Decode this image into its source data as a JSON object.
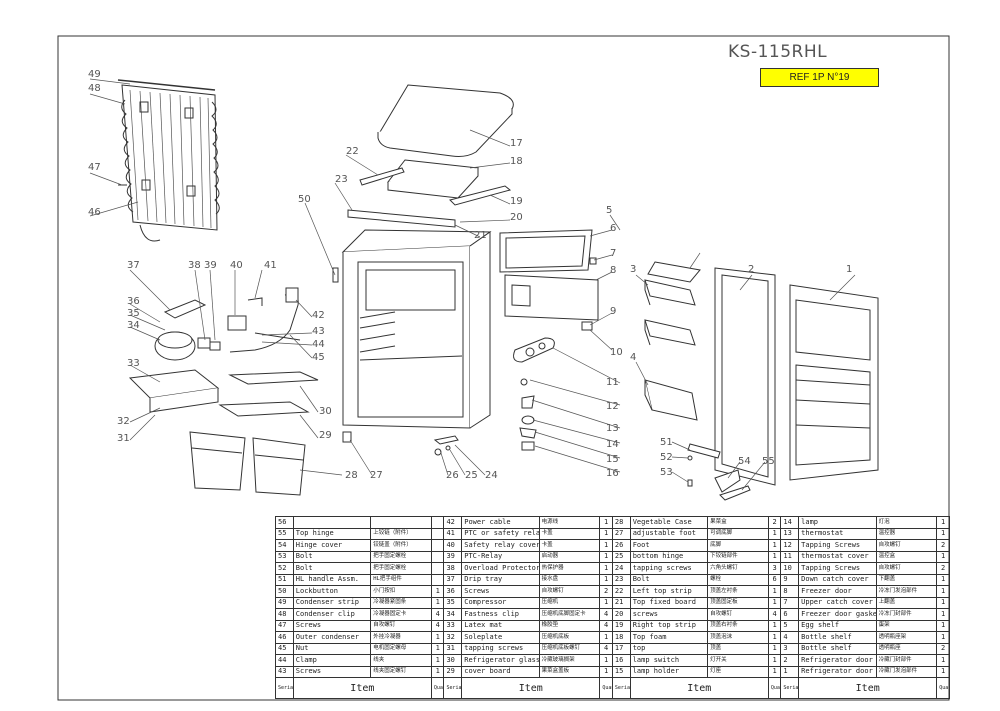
{
  "header": {
    "model": "KS-115RHL",
    "ref": "REF 1P N°19"
  },
  "callouts": [
    "1",
    "2",
    "3",
    "4",
    "5",
    "6",
    "7",
    "8",
    "9",
    "10",
    "11",
    "12",
    "13",
    "14",
    "15",
    "16",
    "17",
    "18",
    "19",
    "20",
    "21",
    "22",
    "23",
    "24",
    "25",
    "26",
    "27",
    "28",
    "29",
    "30",
    "31",
    "32",
    "33",
    "34",
    "35",
    "36",
    "37",
    "38",
    "39",
    "40",
    "41",
    "42",
    "43",
    "44",
    "45",
    "46",
    "47",
    "48",
    "49",
    "50",
    "51",
    "52",
    "53",
    "54",
    "55"
  ],
  "table": {
    "header": {
      "serial": "Serial Number",
      "item": "Item",
      "qty": "Quantity"
    },
    "columns": [
      [
        {
          "no": "56",
          "en": "",
          "cn": "",
          "q": ""
        },
        {
          "no": "55",
          "en": "Top hinge",
          "cn": "上铰链（附件）",
          "q": ""
        },
        {
          "no": "54",
          "en": "Hinge cover",
          "cn": "铰链盖（附件）",
          "q": ""
        },
        {
          "no": "53",
          "en": "Bolt",
          "cn": "把手固定螺栓",
          "q": ""
        },
        {
          "no": "52",
          "en": "Bolt",
          "cn": "把手固定螺栓",
          "q": ""
        },
        {
          "no": "51",
          "en": "HL handle Assm.",
          "cn": "HL把手组件",
          "q": ""
        },
        {
          "no": "50",
          "en": "Lockbutton",
          "cn": "小门按扣",
          "q": "1"
        },
        {
          "no": "49",
          "en": "Condenser strip",
          "cn": "冷凝器紧固条",
          "q": "1"
        },
        {
          "no": "48",
          "en": "Condenser clip",
          "cn": "冷凝器固定卡",
          "q": "4"
        },
        {
          "no": "47",
          "en": "Screws",
          "cn": "自攻螺钉",
          "q": "4"
        },
        {
          "no": "46",
          "en": "Outer condenser",
          "cn": "外挂冷凝器",
          "q": "1"
        },
        {
          "no": "45",
          "en": "Nut",
          "cn": "电机固定螺母",
          "q": "1"
        },
        {
          "no": "44",
          "en": "Clamp",
          "cn": "线夹",
          "q": "1"
        },
        {
          "no": "43",
          "en": "Screws",
          "cn": "线夹固定螺钉",
          "q": "1"
        }
      ],
      [
        {
          "no": "42",
          "en": "Power cable",
          "cn": "电源线",
          "q": "1"
        },
        {
          "no": "41",
          "en": "PTC or safety relay cover",
          "cn": "卡盖",
          "q": "1"
        },
        {
          "no": "40",
          "en": "Safety relay cover",
          "cn": "卡盖",
          "q": "1"
        },
        {
          "no": "39",
          "en": "PTC-Relay",
          "cn": "启动器",
          "q": "1"
        },
        {
          "no": "38",
          "en": "Overload Protector",
          "cn": "热保护器",
          "q": "1"
        },
        {
          "no": "37",
          "en": "Drip tray",
          "cn": "接水盘",
          "q": "1"
        },
        {
          "no": "36",
          "en": "Screws",
          "cn": "自攻螺钉",
          "q": "2"
        },
        {
          "no": "35",
          "en": "Compressor",
          "cn": "压缩机",
          "q": "1"
        },
        {
          "no": "34",
          "en": "Fastness clip",
          "cn": "压缩机底脚固定卡",
          "q": "4"
        },
        {
          "no": "33",
          "en": "Latex mat",
          "cn": "橡胶垫",
          "q": "4"
        },
        {
          "no": "32",
          "en": "Soleplate",
          "cn": "压缩机底板",
          "q": "1"
        },
        {
          "no": "31",
          "en": "tapping screws",
          "cn": "压缩机底板螺钉",
          "q": "4"
        },
        {
          "no": "30",
          "en": "Refrigerator glass shelf",
          "cn": "冷藏玻璃搁架",
          "q": "1"
        },
        {
          "no": "29",
          "en": "cover board",
          "cn": "果菜盒盖板",
          "q": "1"
        }
      ],
      [
        {
          "no": "28",
          "en": "Vegetable Case",
          "cn": "果菜盒",
          "q": "2"
        },
        {
          "no": "27",
          "en": "adjustable foot",
          "cn": "可调底脚",
          "q": "1"
        },
        {
          "no": "26",
          "en": "Foot",
          "cn": "底脚",
          "q": "1"
        },
        {
          "no": "25",
          "en": "bottom hinge",
          "cn": "下铰链部件",
          "q": "1"
        },
        {
          "no": "24",
          "en": "tapping screws",
          "cn": "六角头螺钉",
          "q": "3"
        },
        {
          "no": "23",
          "en": "Bolt",
          "cn": "螺栓",
          "q": "6"
        },
        {
          "no": "22",
          "en": "Left top strip",
          "cn": "顶盖左衬条",
          "q": "1"
        },
        {
          "no": "21",
          "en": "Top fixed board",
          "cn": "顶盖固定板",
          "q": "1"
        },
        {
          "no": "20",
          "en": "screws",
          "cn": "自攻螺钉",
          "q": "4"
        },
        {
          "no": "19",
          "en": "Right top strip",
          "cn": "顶盖右衬条",
          "q": "1"
        },
        {
          "no": "18",
          "en": "Top foam",
          "cn": "顶盖泡沫",
          "q": "1"
        },
        {
          "no": "17",
          "en": "top",
          "cn": "顶盖",
          "q": "1"
        },
        {
          "no": "16",
          "en": "lamp switch",
          "cn": "灯开关",
          "q": "1"
        },
        {
          "no": "15",
          "en": "lamp holder",
          "cn": "灯座",
          "q": "1"
        }
      ],
      [
        {
          "no": "14",
          "en": "lamp",
          "cn": "灯泡",
          "q": "1"
        },
        {
          "no": "13",
          "en": "thermostat",
          "cn": "温控器",
          "q": "1"
        },
        {
          "no": "12",
          "en": "Tapping Screws",
          "cn": "自攻螺钉",
          "q": "2"
        },
        {
          "no": "11",
          "en": "thermostat cover",
          "cn": "温控盒",
          "q": "1"
        },
        {
          "no": "10",
          "en": "Tapping Screws",
          "cn": "自攻螺钉",
          "q": "2"
        },
        {
          "no": "9",
          "en": "Down catch cover",
          "cn": "下翻盖",
          "q": "1"
        },
        {
          "no": "8",
          "en": "Freezer door",
          "cn": "冷冻门发泡部件",
          "q": "1"
        },
        {
          "no": "7",
          "en": "Upper catch cover",
          "cn": "上翻盖",
          "q": "1"
        },
        {
          "no": "6",
          "en": "Freezer door gasket",
          "cn": "冷冻门封部件",
          "q": "1"
        },
        {
          "no": "5",
          "en": "Egg shelf",
          "cn": "蛋架",
          "q": "1"
        },
        {
          "no": "4",
          "en": "Bottle shelf",
          "cn": "透明瓶座架",
          "q": "1"
        },
        {
          "no": "3",
          "en": "Bottle shelf",
          "cn": "透明瓶座",
          "q": "2"
        },
        {
          "no": "2",
          "en": "Refrigerator door gasket",
          "cn": "冷藏门封部件",
          "q": "1"
        },
        {
          "no": "1",
          "en": "Refrigerator door",
          "cn": "冷藏门发泡部件",
          "q": "1"
        }
      ]
    ]
  }
}
